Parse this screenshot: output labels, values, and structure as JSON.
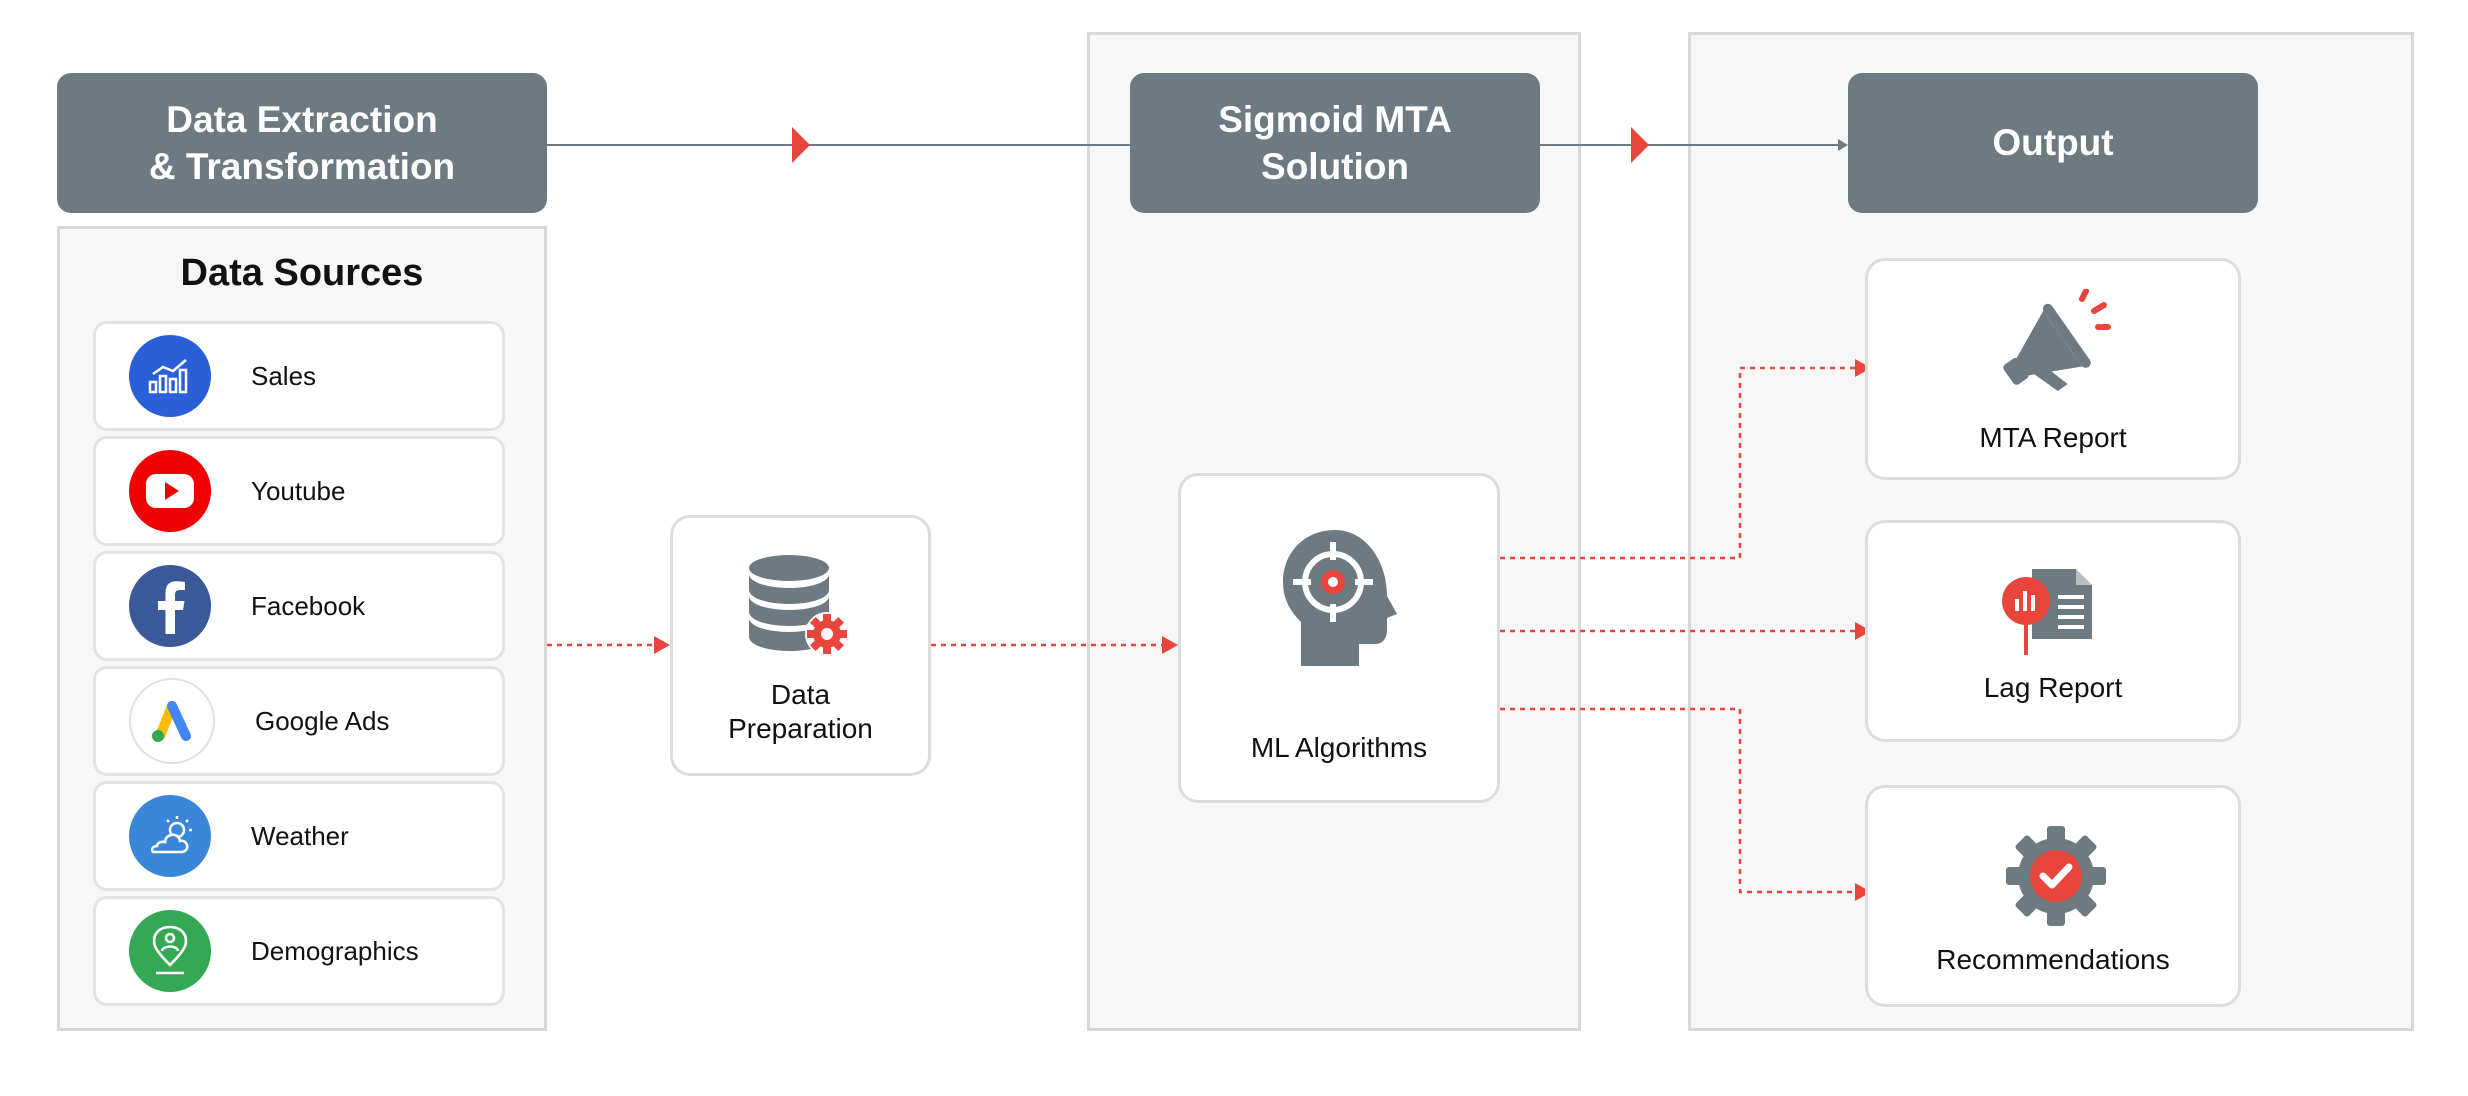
{
  "headers": {
    "extraction": [
      "Data Extraction",
      "& Transformation"
    ],
    "solution": [
      "Sigmoid MTA",
      "Solution"
    ],
    "output": "Output"
  },
  "data_sources": {
    "title": "Data Sources",
    "items": [
      {
        "label": "Sales",
        "icon": "sales-chart-icon",
        "color": "#2a5fd9"
      },
      {
        "label": "Youtube",
        "icon": "youtube-icon",
        "color": "#f00000"
      },
      {
        "label": "Facebook",
        "icon": "facebook-icon",
        "color": "#3b5998"
      },
      {
        "label": "Google Ads",
        "icon": "google-ads-icon",
        "color": "#ffffff"
      },
      {
        "label": "Weather",
        "icon": "weather-icon",
        "color": "#3a87d9"
      },
      {
        "label": "Demographics",
        "icon": "location-person-icon",
        "color": "#35a853"
      }
    ]
  },
  "nodes": {
    "data_preparation": [
      "Data",
      "Preparation"
    ],
    "ml_algorithms": "ML Algorithms"
  },
  "outputs": [
    {
      "label": "MTA Report",
      "icon": "megaphone-icon"
    },
    {
      "label": "Lag Report",
      "icon": "report-chart-icon"
    },
    {
      "label": "Recommendations",
      "icon": "gear-check-icon"
    }
  ],
  "colors": {
    "header": "#6e7a82",
    "accent": "#e8453c",
    "panel": "#f7f7f7",
    "icon_gray": "#6e7a82"
  }
}
